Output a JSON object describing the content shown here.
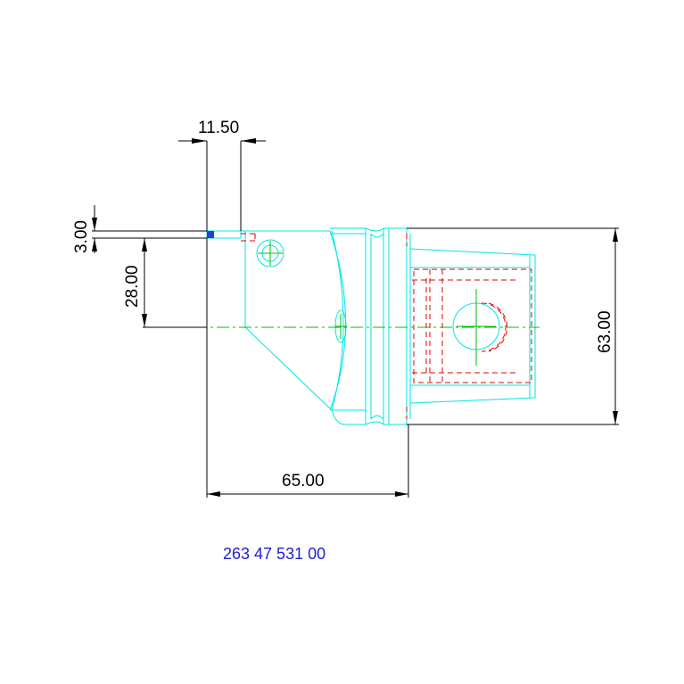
{
  "dimensions": {
    "width_top": "11.50",
    "offset_top": "3.00",
    "center_height": "28.00",
    "overall_height": "63.00",
    "overall_length": "65.00"
  },
  "part_number": "263 47 531 00",
  "colors": {
    "outline": "#00e5e5",
    "hidden": "#e00000",
    "centerline": "#00c000",
    "dimension": "#000000",
    "part_number": "#2020d0"
  }
}
